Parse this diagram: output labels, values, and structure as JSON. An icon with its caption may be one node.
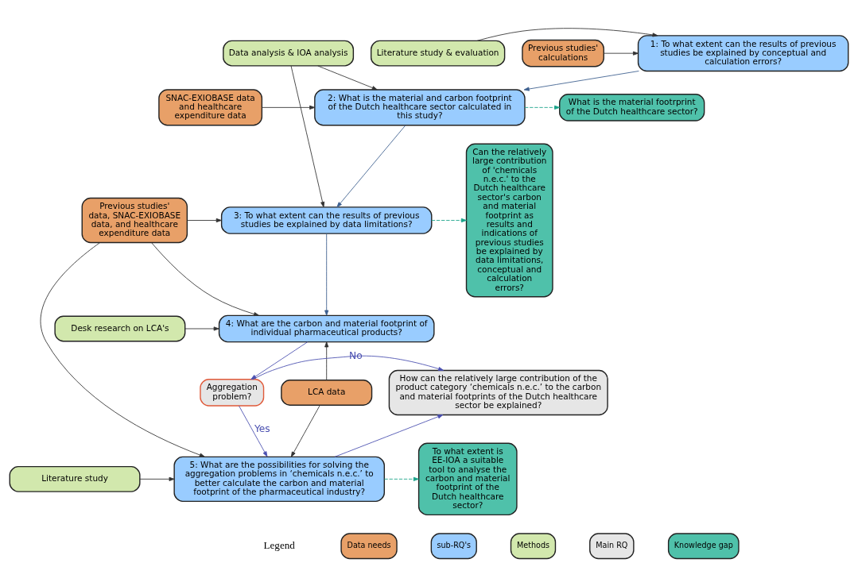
{
  "diagram": {
    "nodes": [
      {
        "text": [
          "Previous studies' calculations"
        ]
      },
      {
        "text": [
          "1: To what extent can the results of previous studies be explained by conceptual and calculation errors?"
        ]
      },
      {
        "text": [
          "Literature study & evaluation"
        ]
      },
      {
        "text": [
          "SNAC-EXIOBASE data and healthcare expenditure data"
        ]
      },
      {
        "text": [
          "2: What is the material and carbon footprint of the Dutch healthcare sector calculated in this study?"
        ]
      },
      {
        "text": [
          "What is the material footrprint of the Dutch healthcare sector?"
        ]
      },
      {
        "text": [
          "Data analysis & IOA analysis"
        ]
      },
      {
        "text": [
          "Previous studies' data, SNAC-EXIOBASE data, and healthcare expenditure data"
        ]
      },
      {
        "text": [
          "3: To what extent can the results of previous studies be explained by data limitations?"
        ]
      },
      {
        "text": [
          "Can the relatively large contribution of 'chemicals n.e.c.' to the Dutch healthcare sector's carbon and material footprint as results and indications of previous studies be explained by data limitations, conceptual and calculation errors?"
        ]
      },
      {
        "text": [
          "4: What are the carbon and material footprint of individual pharmaceutical products?"
        ]
      },
      {
        "text": [
          "Desk research on LCA's"
        ]
      },
      {
        "text": [
          "LCA data"
        ]
      },
      {
        "text": [
          "Aggregation problem?"
        ]
      },
      {
        "text": [
          "How can the relatively large contribution of the product category ‘chemicals n.e.c.’ to the carbon and material footprints of the Dutch healthcare sector be explained?"
        ]
      },
      {
        "text": [
          "5: What are the possibilities for solving the aggregation problems in ‘chemicals n.e.c.’ to better calculate the carbon and material footprint of the pharmaceutical industry?"
        ]
      },
      {
        "text": [
          "Literature study"
        ]
      },
      {
        "text": [
          "To what extent is EE-IOA a suitable tool to analyse the carbon and material footprint of the Dutch healthcare sector?"
        ]
      }
    ],
    "edges": [
      {
        "from": 0,
        "to": 1,
        "arrow": "to"
      },
      {
        "from": 2,
        "to": 1,
        "arrow": "to"
      },
      {
        "from": 1,
        "to": 4,
        "arrow": "to",
        "color": "#3d5f8f"
      },
      {
        "from": 3,
        "to": 4,
        "arrow": "to"
      },
      {
        "from": 4,
        "to": 5,
        "arrow": "to",
        "style": "dashed",
        "color": "#1aa38a"
      },
      {
        "from": 6,
        "to": 4,
        "arrow": "to"
      },
      {
        "from": 6,
        "to": 8,
        "arrow": "to"
      },
      {
        "from": 4,
        "to": 8,
        "arrow": "to",
        "color": "#3d5f8f"
      },
      {
        "from": 7,
        "to": 8,
        "arrow": "to"
      },
      {
        "from": 7,
        "to": 10,
        "arrow": "to"
      },
      {
        "from": 7,
        "to": 15,
        "arrow": "to"
      },
      {
        "from": 8,
        "to": 9,
        "arrow": "to",
        "style": "dashed",
        "color": "#1aa38a"
      },
      {
        "from": 8,
        "to": 10,
        "arrow": "to",
        "color": "#3d5f8f"
      },
      {
        "from": 11,
        "to": 10,
        "arrow": "to"
      },
      {
        "from": 12,
        "to": 10,
        "arrow": "to"
      },
      {
        "from": 10,
        "to": 13,
        "arrow": "to",
        "color": "#4a4fb0"
      },
      {
        "from": 13,
        "to": 14,
        "arrow": "to",
        "label": "No",
        "color": "#4a4fb0"
      },
      {
        "from": 13,
        "to": 15,
        "arrow": "to",
        "label": "Yes",
        "color": "#4a4fb0"
      },
      {
        "from": 12,
        "to": 15,
        "arrow": "to"
      },
      {
        "from": 15,
        "to": 14,
        "arrow": "to",
        "color": "#4a4fb0"
      },
      {
        "from": 16,
        "to": 15,
        "arrow": "to"
      },
      {
        "from": 15,
        "to": 17,
        "arrow": "to",
        "style": "dashed",
        "color": "#1aa38a"
      }
    ],
    "labels": [
      "Legend"
    ],
    "legend": [
      {
        "text": "Data needs",
        "color": "#e8a068"
      },
      {
        "text": "sub-RQ's",
        "color": "#99ccff"
      },
      {
        "text": "Methods",
        "color": "#d2e8ad"
      },
      {
        "text": "Main RQ",
        "color": "#e6e6e6"
      },
      {
        "text": "Knowledge gap",
        "color": "#4fc1aa"
      }
    ]
  }
}
